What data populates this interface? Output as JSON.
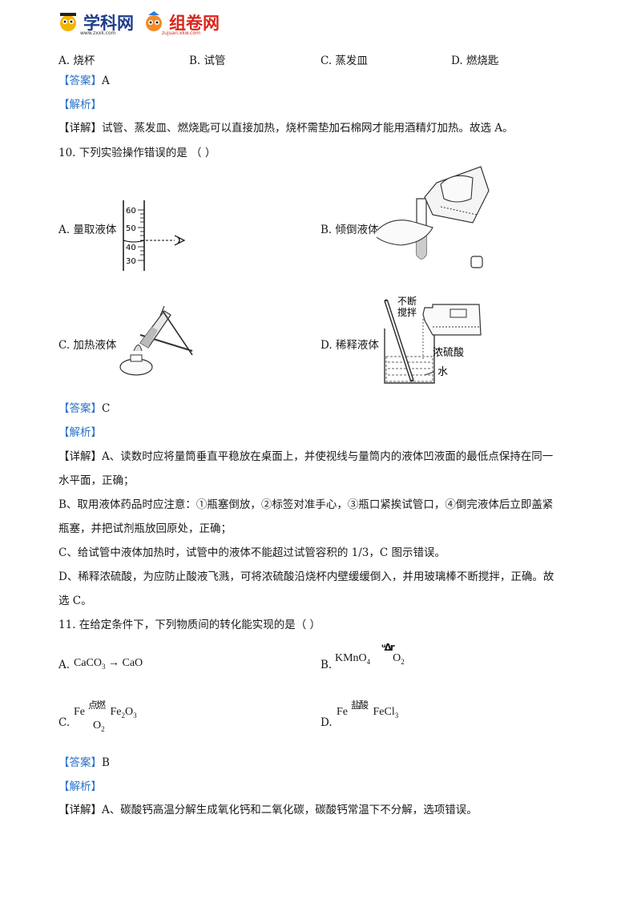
{
  "header": {
    "logo1": "学科网",
    "logo1_url": "www.zxxk.com",
    "logo2": "组卷网",
    "logo2_url": "zujuan.xkw.com"
  },
  "q9": {
    "options": [
      "A.  烧杯",
      "B.  试管",
      "C.  蒸发皿",
      "D.  燃烧匙"
    ],
    "answer_tag": "【答案】",
    "answer": "A",
    "analysis_tag": "【解析】",
    "detail_tag": "【详解】",
    "detail": "试管、蒸发皿、燃烧匙可以直接加热，烧杯需垫加石棉网才能用酒精灯加热。故选 A。"
  },
  "q10": {
    "stem": "10. 下列实验操作错误的是        （    ）",
    "labels": [
      "A. 量取液体",
      "B. 倾倒液体",
      "C. 加热液体",
      "D. 稀释液体"
    ],
    "cylinder_ticks": [
      "60",
      "50",
      "40",
      "30"
    ],
    "d_labels": [
      "不断",
      "搅拌",
      "浓硫酸",
      "水"
    ],
    "answer_tag": "【答案】",
    "answer": "C",
    "analysis_tag": "【解析】",
    "detail_tag": "【详解】",
    "detail_lines": [
      "A、读数时应将量筒垂直平稳放在桌面上，并使视线与量筒内的液体凹液面的最低点保持在同一",
      "水平面，正确；",
      "B、取用液体药品时应注意：①瓶塞倒放，②标签对准手心，③瓶口紧挨试管口，④倒完液体后立即盖紧",
      "瓶塞，并把试剂瓶放回原处，正确；",
      "C、给试管中液体加热时，试管中的液体不能超过试管容积的 1/3，C 图示错误。",
      "D、稀释浓硫酸，为应防止酸液飞溅，可将浓硫酸沿烧杯内壁缓缓倒入，并用玻璃棒不断搅拌，正确。故",
      "选 C。"
    ]
  },
  "q11": {
    "stem": "11. 在给定条件下，下列物质间的转化能实现的是（     ）",
    "a_label": "A.",
    "b_label": "B.",
    "c_label": "C.",
    "d_label": "D.",
    "b_over": "ᵘΔr",
    "c_over": "点燃",
    "c_under": "O",
    "d_over": "盐酸",
    "answer_tag": "【答案】",
    "answer": "B",
    "analysis_tag": "【解析】",
    "detail_tag": "【详解】",
    "detail": "A、碳酸钙高温分解生成氧化钙和二氧化碳，碳酸钙常温下不分解，选项错误。"
  }
}
